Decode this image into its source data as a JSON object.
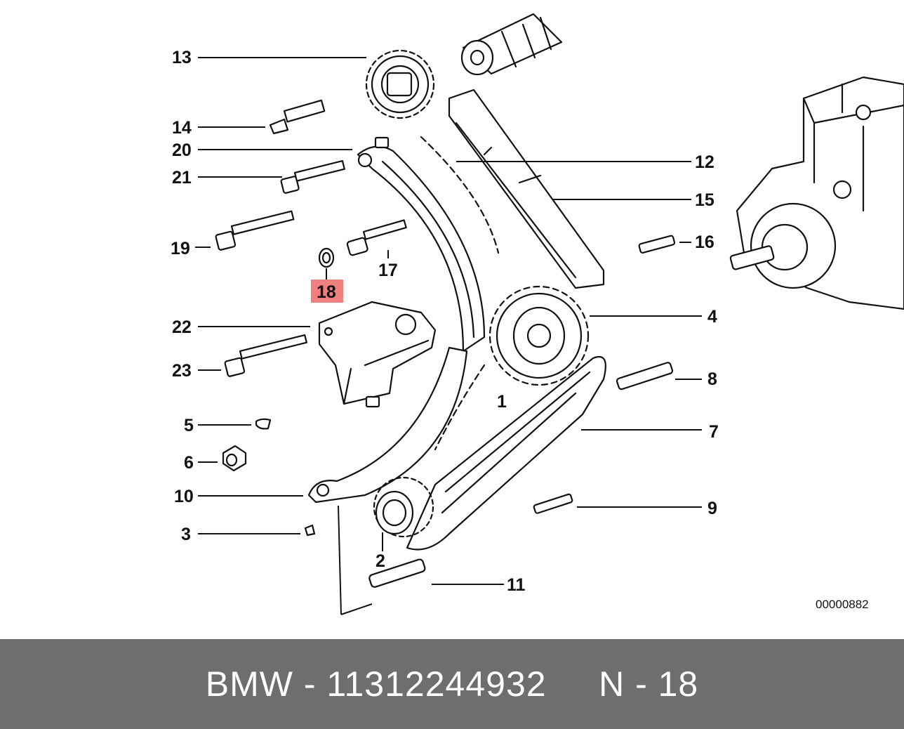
{
  "diagram": {
    "figure_id": "00000882",
    "highlighted_part": "18",
    "highlight_color": "#f08080",
    "callouts": [
      "13",
      "14",
      "20",
      "21",
      "19",
      "17",
      "18",
      "22",
      "23",
      "5",
      "6",
      "10",
      "3",
      "2",
      "11",
      "9",
      "7",
      "8",
      "1",
      "4",
      "16",
      "15",
      "12"
    ]
  },
  "footer": {
    "brand": "BMW",
    "separator": " - ",
    "part_number": "11312244932",
    "position_label": "N - 18",
    "background": "#6e6e6e"
  }
}
